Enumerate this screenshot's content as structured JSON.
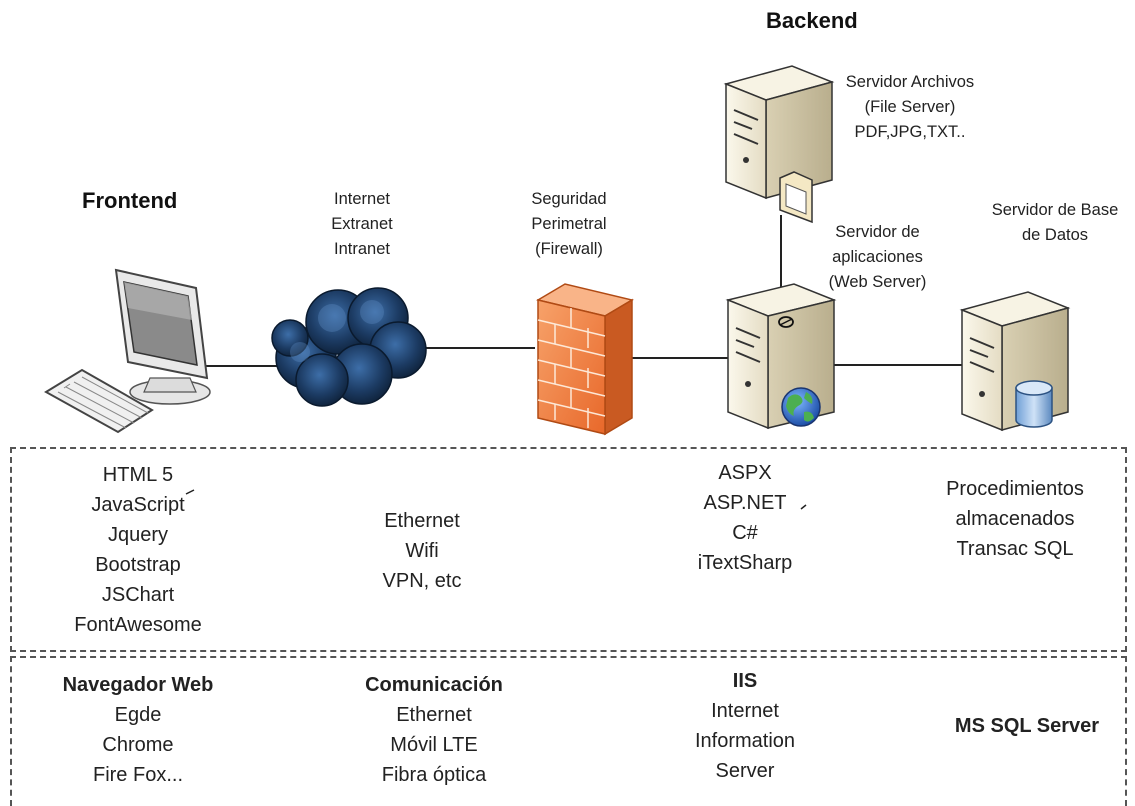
{
  "headings": {
    "frontend": "Frontend",
    "backend": "Backend"
  },
  "labels": {
    "network": [
      "Internet",
      "Extranet",
      "Intranet"
    ],
    "firewall": [
      "Seguridad",
      "Perimetral",
      "(Firewall)"
    ],
    "file_server": [
      "Servidor Archivos",
      "(File Server)",
      "PDF,JPG,TXT.."
    ],
    "app_server": [
      "Servidor de",
      "aplicaciones",
      "(Web Server)"
    ],
    "db_server": [
      "Servidor de Base",
      "de Datos"
    ]
  },
  "tech_row": {
    "frontend": [
      "HTML 5",
      "JavaScript",
      "Jquery",
      "Bootstrap",
      "JSChart",
      "FontAwesome"
    ],
    "network": [
      "Ethernet",
      "Wifi",
      "VPN, etc"
    ],
    "backend": [
      "ASPX",
      "ASP.NET",
      "C#",
      "iTextSharp"
    ],
    "database": [
      "Procedimientos",
      "almacenados",
      "Transac SQL"
    ]
  },
  "platform_row": {
    "browser": {
      "title": "Navegador Web",
      "items": [
        "Egde",
        "Chrome",
        "Fire Fox..."
      ]
    },
    "communication": {
      "title": "Comunicación",
      "items": [
        "Ethernet",
        "Móvil LTE",
        "Fibra óptica"
      ]
    },
    "iis": {
      "title": "IIS",
      "items": [
        "Internet",
        "Information",
        "Server"
      ]
    },
    "sql": {
      "title": "MS SQL Server"
    }
  },
  "colors": {
    "cloud": "#1c3b63",
    "firewall": "#f07f3c",
    "server_body": "#f3efdf",
    "connector": "#222222",
    "dashed_border": "#555555"
  },
  "icons": [
    "computer-icon",
    "cloud-icon",
    "firewall-icon",
    "file-server-icon",
    "app-server-icon",
    "globe-icon",
    "db-server-icon",
    "database-cylinder-icon",
    "folder-icon"
  ]
}
